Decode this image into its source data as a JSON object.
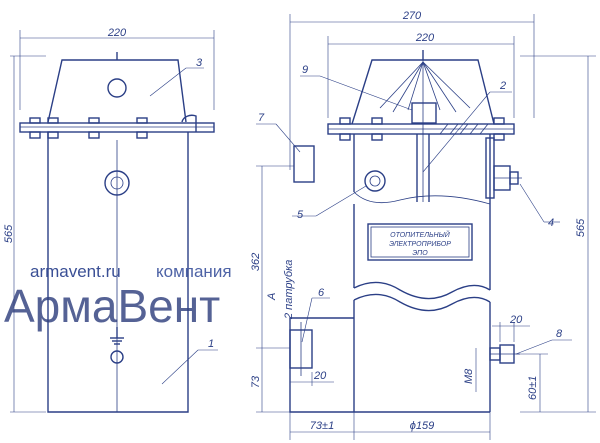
{
  "dimensions": {
    "width_left": "220",
    "width_overall": "270",
    "width_right": "220",
    "height_left": "565",
    "height_right": "565",
    "dist_362": "362",
    "dist_73_vertical": "73",
    "pipe_20_right": "20",
    "pipe_20_left": "20",
    "thread_m8": "M8",
    "dist_60": "60±1",
    "dist_73_bottom": "73±1",
    "diameter": "ϕ159"
  },
  "callouts": {
    "c1": "1",
    "c2": "2",
    "c3": "3",
    "c4": "4",
    "c5": "5",
    "c6": "6",
    "c7": "7",
    "c8": "8",
    "c9": "9"
  },
  "nameplate": {
    "line1": "ОТОПИТЕЛЬНЫЙ",
    "line2": "ЭЛЕКТРОПРИБОР",
    "line3": "ЭПО"
  },
  "pipe_note": {
    "label": "A",
    "text": "2 патрубка"
  },
  "watermark": {
    "site": "armavent.ru",
    "company": "компания",
    "brand": "АрмаВент"
  }
}
